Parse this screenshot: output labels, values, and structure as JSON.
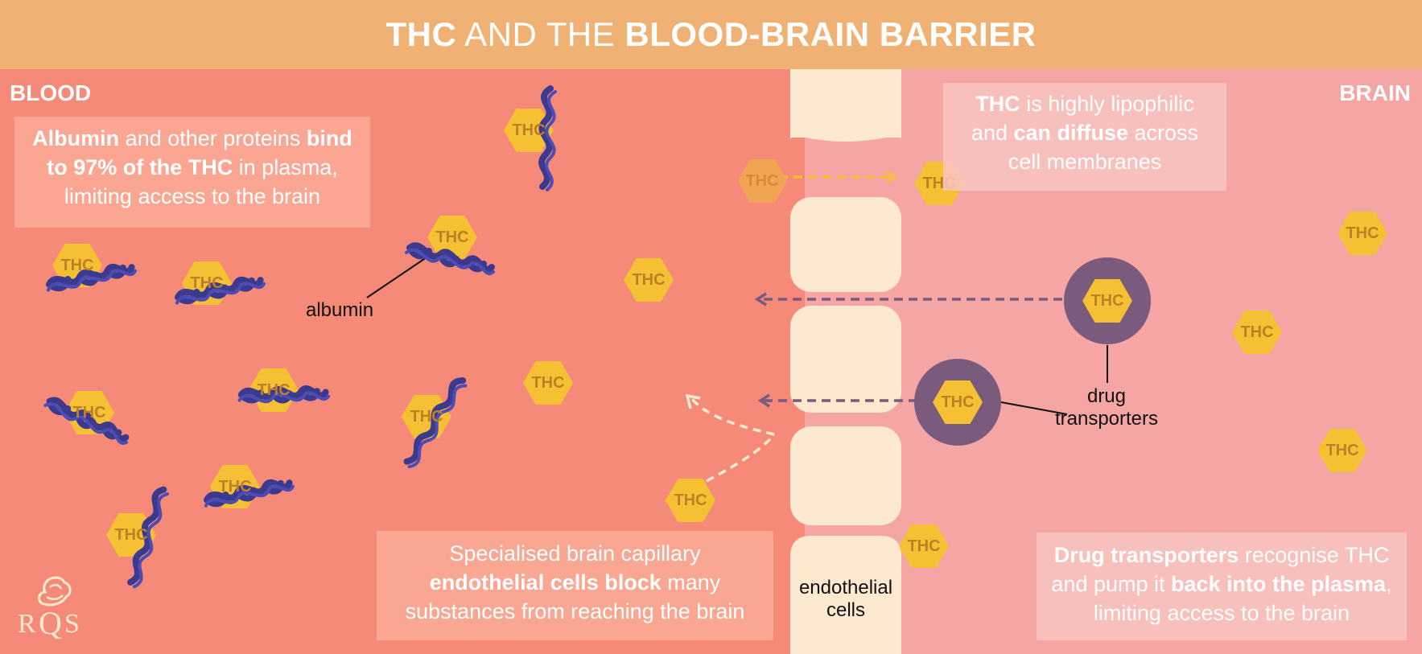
{
  "title": {
    "part1": "THC",
    "part2": " AND THE ",
    "part3": "BLOOD-BRAIN BARRIER"
  },
  "zones": {
    "blood": "BLOOD",
    "brain": "BRAIN"
  },
  "boxes": {
    "albumin": {
      "t1": "Albumin",
      "t2": " and other proteins ",
      "t3": "bind",
      "t4": "to 97% of the THC",
      "t5": " in plasma,",
      "t6": "limiting access to the brain"
    },
    "lipophilic": {
      "t1": "THC",
      "t2": " is highly lipophilic",
      "t3": "and ",
      "t4": "can diffuse",
      "t5": " across",
      "t6": "cell membranes"
    },
    "endothelial": {
      "t1": "Specialised brain capillary",
      "t2": "endothelial cells block",
      "t3": " many",
      "t4": "substances from reaching the brain"
    },
    "transporters": {
      "t1": "Drug transporters",
      "t2": " recognise THC",
      "t3": "and pump it ",
      "t4": "back into the plasma",
      "t5": ",",
      "t6": "limiting access to the brain"
    }
  },
  "labels": {
    "albumin": "albumin",
    "drug_transporters": "drug\ntransporters",
    "endothelial_cells": "endothelial\ncells"
  },
  "molecule_label": "THC",
  "colors": {
    "blood": "#f58a79",
    "brain": "#f5a5a3",
    "header": "#efb274",
    "cell": "#fde8d0",
    "thc": "#f5c033",
    "thc_text": "#c07f24",
    "albumin_ribbon": "#3b3a8f",
    "transporter": "#7a5b7e"
  },
  "icons": [
    "thc-hexagon-icon",
    "albumin-ribbon-icon",
    "drug-transporter-icon",
    "endothelial-cell-icon",
    "rqs-lion-logo-icon"
  ]
}
